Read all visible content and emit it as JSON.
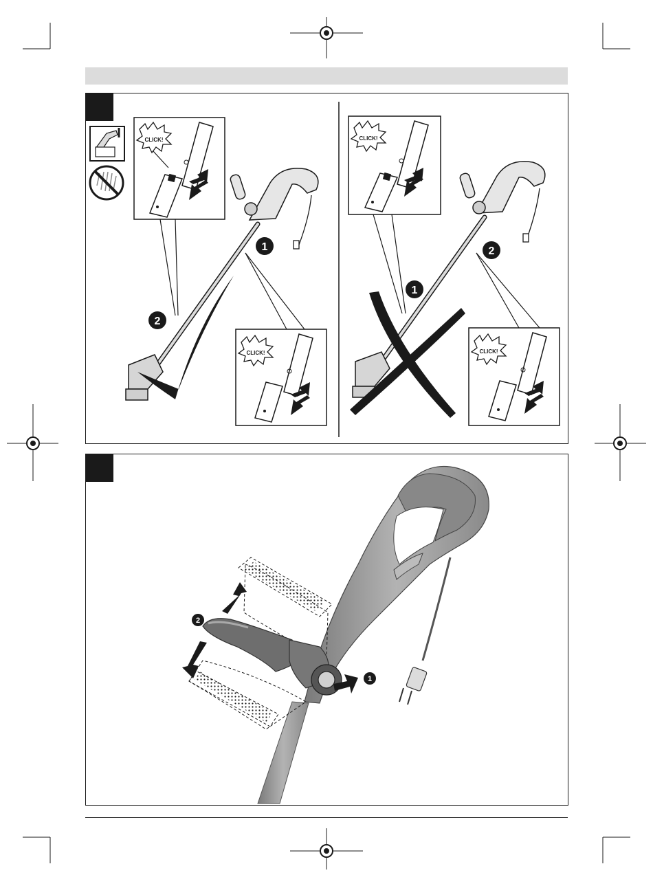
{
  "panel_a": {
    "callouts": {
      "click_left_top": "CLICK!",
      "click_left_bottom": "CLICK!",
      "click_right_top": "CLICK!",
      "click_right_bottom": "CLICK!"
    },
    "step_numbers": {
      "left_one": "1",
      "left_two": "2",
      "right_one": "1",
      "right_two": "2"
    }
  },
  "panel_b": {
    "step_numbers": {
      "one": "1",
      "two": "2"
    }
  },
  "colors": {
    "ink": "#1a1a1a",
    "metal": "#cfcfcf",
    "handle_gray": "#8e8e8e",
    "band_gray": "#dcdcdc"
  }
}
